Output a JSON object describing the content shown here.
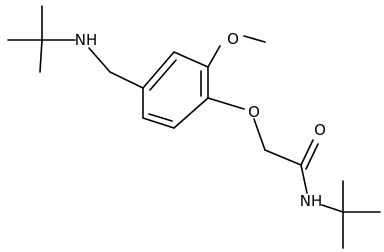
{
  "molecule": {
    "atom_labels": {
      "amine_nh": "NH",
      "methoxy_o": "O",
      "ether_o": "O",
      "carbonyl_o": "O",
      "amide_nh": "NH"
    },
    "colors": {
      "bond": "#000000",
      "label": "#000000",
      "background": "#ffffff"
    }
  }
}
